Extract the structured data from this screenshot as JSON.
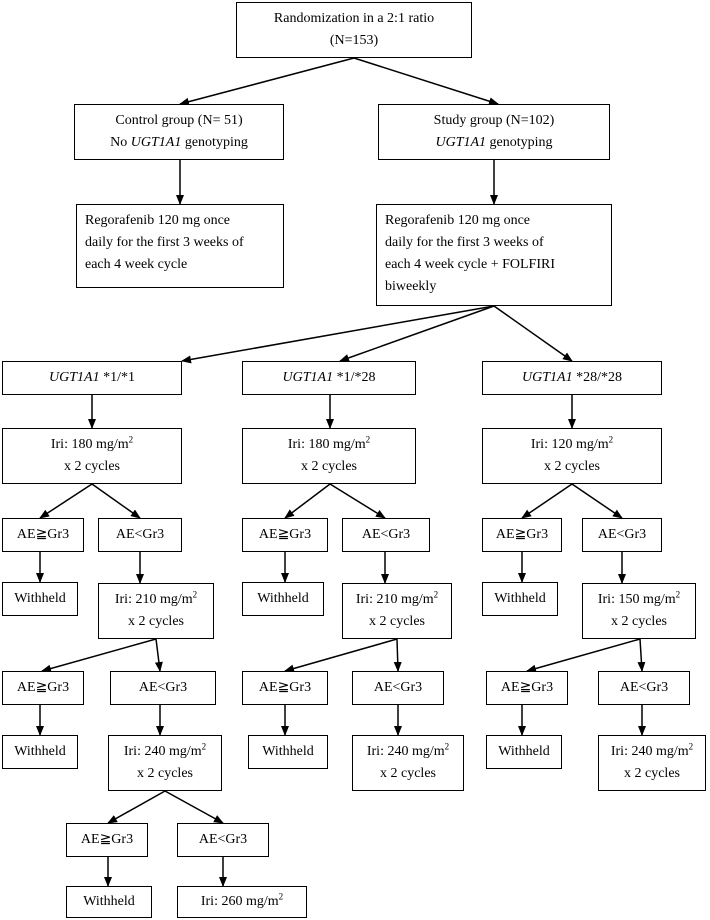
{
  "randomization": {
    "line1": "Randomization in a 2:1 ratio",
    "line2": "(N=153)"
  },
  "control": {
    "line1": "Control group (N= 51)",
    "line2_pre": "No ",
    "line2_gene": "UGT1A1",
    "line2_post": " genotyping"
  },
  "study": {
    "line1": "Study group (N=102)",
    "line2_gene": "UGT1A1",
    "line2_post": " genotyping"
  },
  "control_treatment": {
    "lines": [
      "Regorafenib 120 mg once",
      "daily for the first 3 weeks of",
      "each 4 week cycle"
    ]
  },
  "study_treatment": {
    "lines": [
      "Regorafenib 120 mg once",
      "daily for the first 3 weeks of",
      "each 4 week cycle + FOLFIRI",
      "biweekly"
    ]
  },
  "genotypes": [
    {
      "gene": "UGT1A1",
      "variant": " *1/*1"
    },
    {
      "gene": "UGT1A1",
      "variant": " *1/*28"
    },
    {
      "gene": "UGT1A1",
      "variant": " *28/*28"
    }
  ],
  "labels": {
    "ae_high": "AE≧Gr3",
    "ae_low": "AE<Gr3",
    "withheld": "Withheld",
    "cycles": "x 2 cycles",
    "dose_unit": "mg/m",
    "dose_exp": "2",
    "iri_prefix": "Iri: "
  },
  "doses": {
    "a1": "180",
    "a2": "210",
    "a3": "240",
    "a4": "260",
    "b1": "180",
    "b2": "210",
    "b3": "240",
    "c1": "120",
    "c2": "150",
    "c3": "240"
  }
}
